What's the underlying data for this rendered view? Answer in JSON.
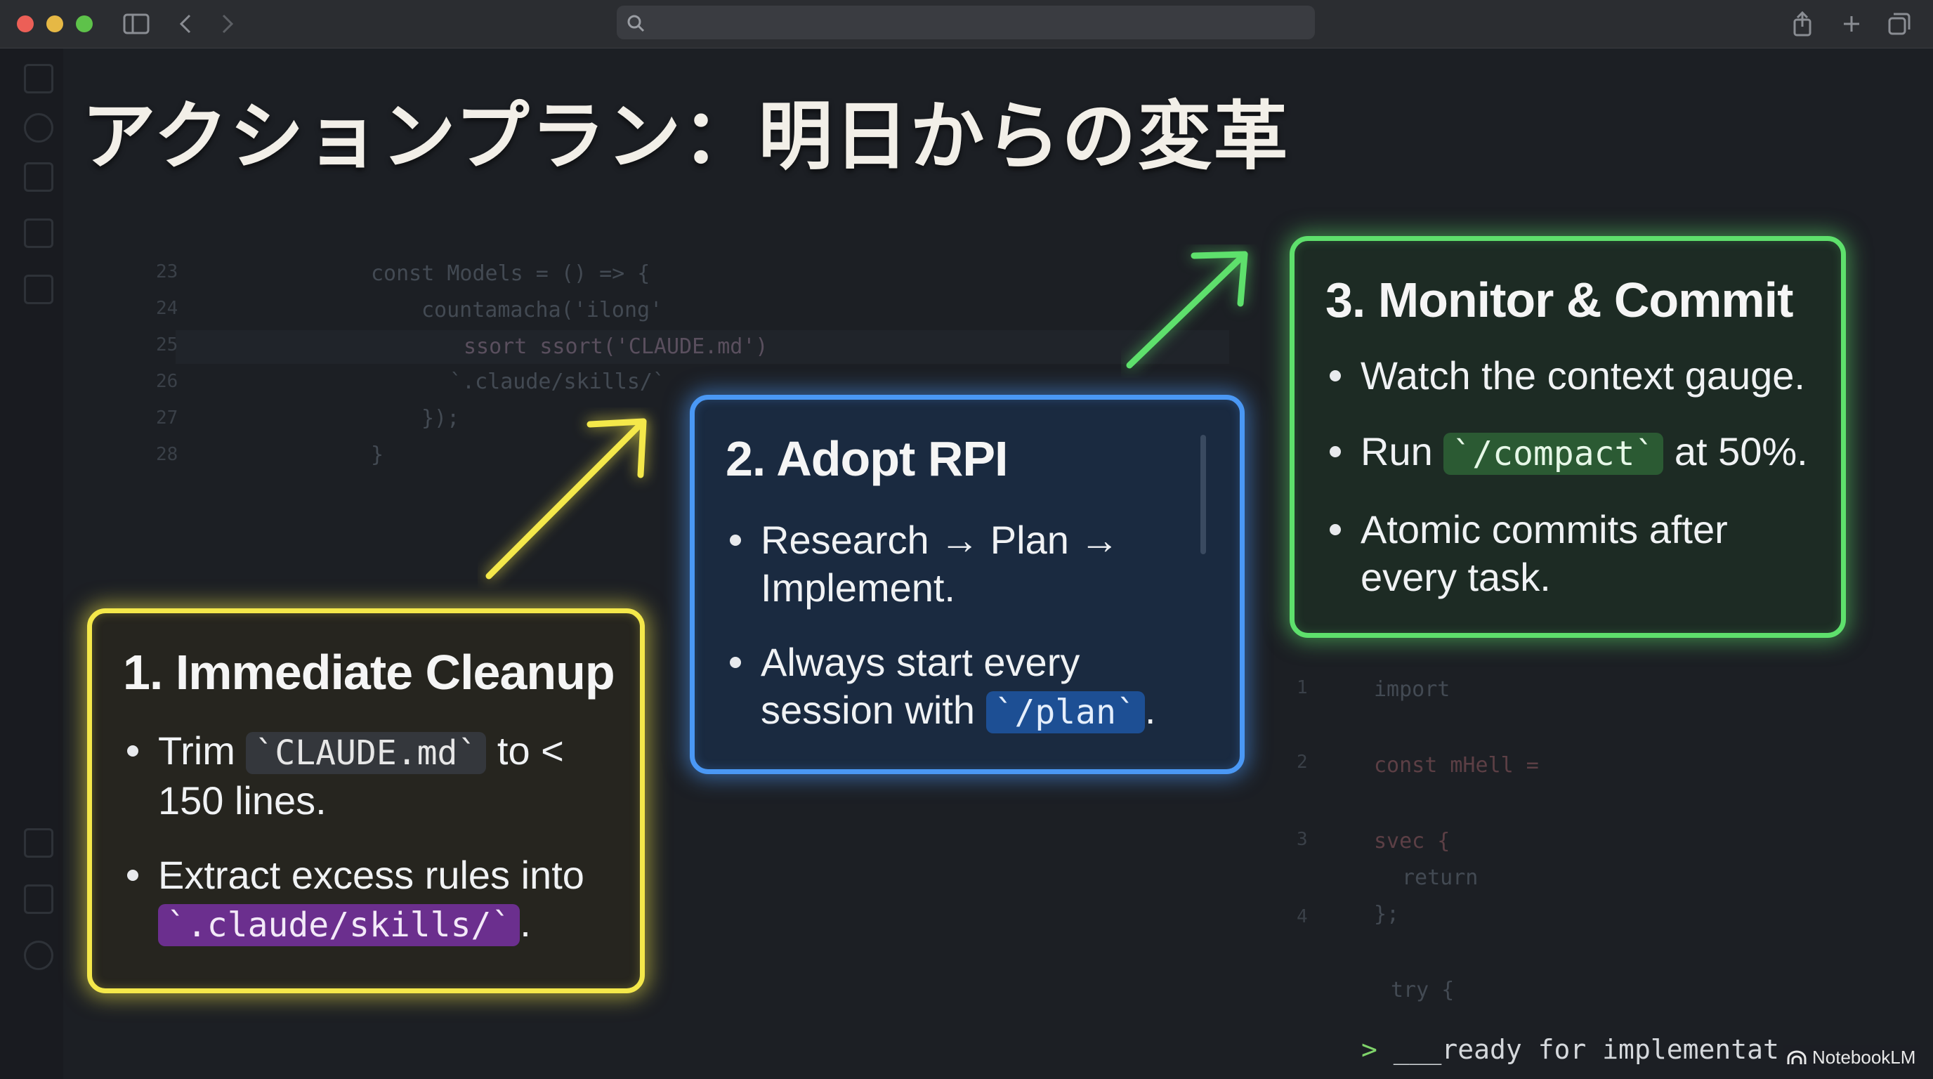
{
  "title": "アクションプラン：明日からの変革",
  "cards": [
    {
      "heading": "1. Immediate Cleanup",
      "items": [
        {
          "pre": "Trim ",
          "code": "`CLAUDE.md`",
          "post": " to < 150 lines."
        },
        {
          "pre": "Extract excess rules into ",
          "code": "`.claude/skills/`",
          "post": "."
        }
      ],
      "color": "#f4e84a"
    },
    {
      "heading": "2. Adopt RPI",
      "items": [
        {
          "pre": "Research → Plan → Implement.",
          "code": "",
          "post": ""
        },
        {
          "pre": "Always start every session with ",
          "code": "`/plan`",
          "post": "."
        }
      ],
      "color": "#4a98f5"
    },
    {
      "heading": "3. Monitor & Commit",
      "items": [
        {
          "pre": "Watch the context gauge.",
          "code": "",
          "post": ""
        },
        {
          "pre": "Run ",
          "code": "`/compact`",
          "post": " at 50%."
        },
        {
          "pre": "Atomic commits after every task.",
          "code": "",
          "post": ""
        }
      ],
      "color": "#5ee06c"
    }
  ],
  "terminal": {
    "prompt": ">",
    "text": " ___ready for implementat"
  },
  "brand": "NotebookLM",
  "backdrop_code": [
    "const Models = () => {",
    "countamacha('ilong'",
    "ssort ssort('CLAUDE.md')",
    "`.claude/skills/`",
    "});",
    "}",
    "import",
    "const mHell =",
    "svec {",
    "return",
    "};",
    "try {"
  ]
}
